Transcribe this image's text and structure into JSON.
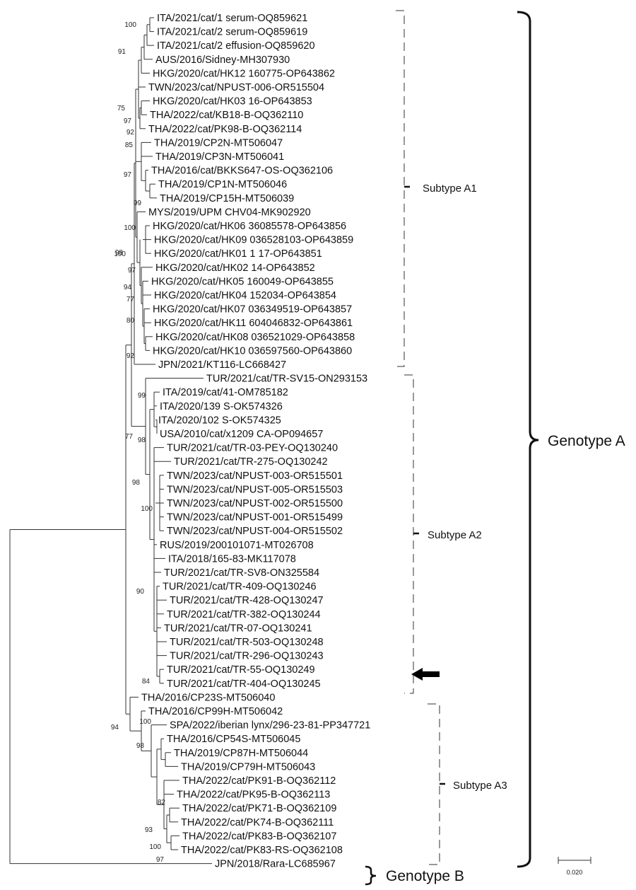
{
  "figure": {
    "taxa": [
      "ITA/2021/cat/1 serum-OQ859621",
      "ITA/2021/cat/2 serum-OQ859619",
      "ITA/2021/cat/2 effusion-OQ859620",
      "AUS/2016/Sidney-MH307930",
      "HKG/2020/cat/HK12 160775-OP643862",
      "TWN/2023/cat/NPUST-006-OR515504",
      "HKG/2020/cat/HK03 16-OP643853",
      "THA/2022/cat/KB18-B-OQ362110",
      "THA/2022/cat/PK98-B-OQ362114",
      "THA/2019/CP2N-MT506047",
      "THA/2019/CP3N-MT506041",
      "THA/2016/cat/BKKS647-OS-OQ362106",
      "THA/2019/CP1N-MT506046",
      "THA/2019/CP15H-MT506039",
      "MYS/2019/UPM CHV04-MK902920",
      "HKG/2020/cat/HK06 36085578-OP643856",
      "HKG/2020/cat/HK09 036528103-OP643859",
      "HKG/2020/cat/HK01 1 17-OP643851",
      "HKG/2020/cat/HK02 14-OP643852",
      "HKG/2020/cat/HK05 160049-OP643855",
      "HKG/2020/cat/HK04 152034-OP643854",
      "HKG/2020/cat/HK07 036349519-OP643857",
      "HKG/2020/cat/HK11 604046832-OP643861",
      "HKG/2020/cat/HK08 036521029-OP643858",
      "HKG/2020/cat/HK10 036597560-OP643860",
      "JPN/2021/KT116-LC668427",
      "TUR/2021/cat/TR-SV15-ON293153",
      "ITA/2019/cat/41-OM785182",
      "ITA/2020/139 S-OK574326",
      "ITA/2020/102 S-OK574325",
      "USA/2010/cat/x1209 CA-OP094657",
      "TUR/2021/cat/TR-03-PEY-OQ130240",
      "TUR/2021/cat/TR-275-OQ130242",
      "TWN/2023/cat/NPUST-003-OR515501",
      "TWN/2023/cat/NPUST-005-OR515503",
      "TWN/2023/cat/NPUST-002-OR515500",
      "TWN/2023/cat/NPUST-001-OR515499",
      "TWN/2023/cat/NPUST-004-OR515502",
      "RUS/2019/200101071-MT026708",
      "ITA/2018/165-83-MK117078",
      "TUR/2021/cat/TR-SV8-ON325584",
      "TUR/2021/cat/TR-409-OQ130246",
      "TUR/2021/cat/TR-428-OQ130247",
      "TUR/2021/cat/TR-382-OQ130244",
      "TUR/2021/cat/TR-07-OQ130241",
      "TUR/2021/cat/TR-503-OQ130248",
      "TUR/2021/cat/TR-296-OQ130243",
      "TUR/2021/cat/TR-55-OQ130249",
      "TUR/2021/cat/TR-404-OQ130245",
      "THA/2016/CP23S-MT506040",
      "THA/2016/CP99H-MT506042",
      "SPA/2022/iberian lynx/296-23-81-PP347721",
      "THA/2016/CP54S-MT506045",
      "THA/2019/CP87H-MT506044",
      "THA/2019/CP79H-MT506043",
      "THA/2022/cat/PK91-B-OQ362112",
      "THA/2022/cat/PK95-B-OQ362113",
      "THA/2022/cat/PK71-B-OQ362109",
      "THA/2022/cat/PK74-B-OQ362111",
      "THA/2022/cat/PK83-B-OQ362107",
      "THA/2022/cat/PK83-RS-OQ362108",
      "JPN/2018/Rara-LC685967"
    ],
    "bootstrap": [
      "100",
      "91",
      "75",
      "97",
      "92",
      "85",
      "97",
      "99",
      "100",
      "98",
      "100",
      "97",
      "94",
      "77",
      "80",
      "92",
      "99",
      "98",
      "77",
      "98",
      "100",
      "90",
      "84",
      "94",
      "100",
      "98",
      "82",
      "93",
      "100",
      "97"
    ],
    "clades": {
      "subtype_a1": "Subtype A1",
      "subtype_a2": "Subtype A2",
      "subtype_a3": "Subtype A3",
      "genotype_a": "Genotype A",
      "genotype_b": "Genotype B"
    },
    "scale_label": "0.020"
  }
}
